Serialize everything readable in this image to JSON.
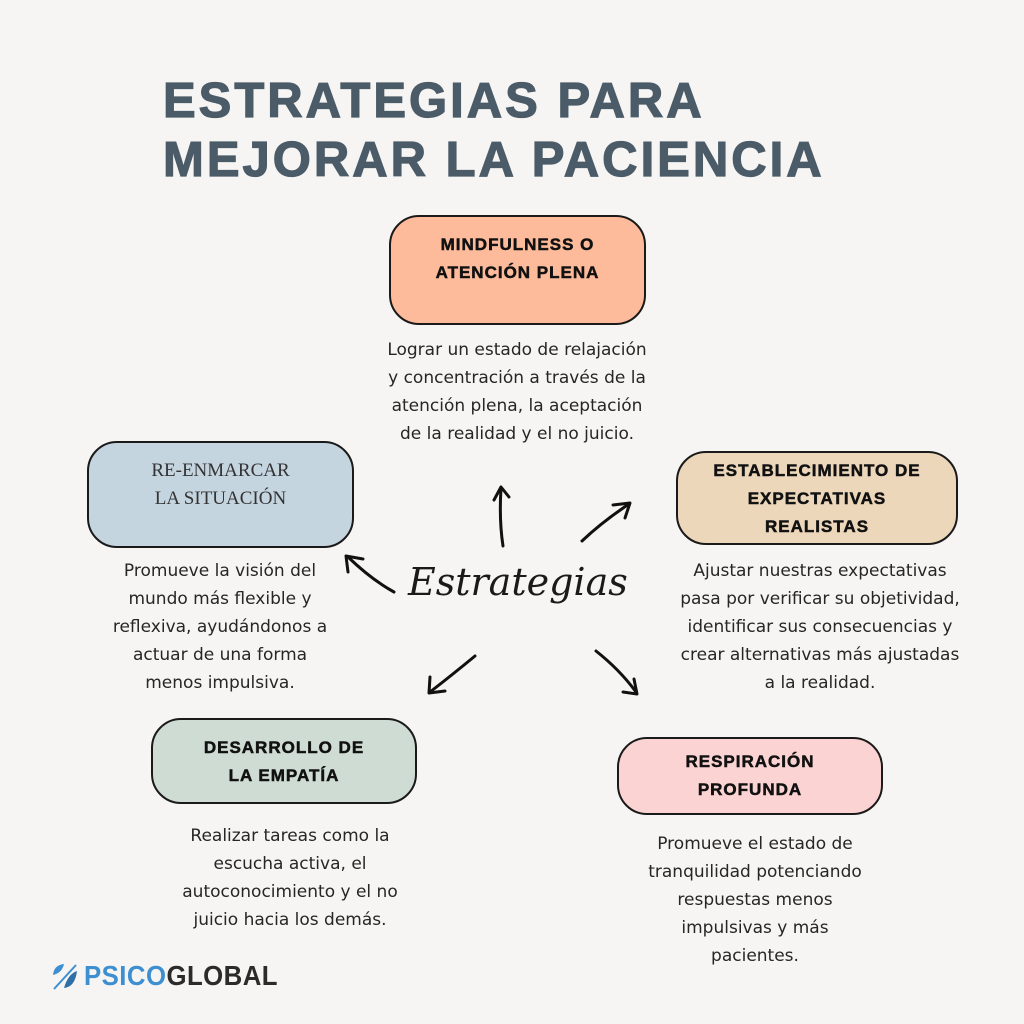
{
  "title": {
    "line1": "ESTRATEGIAS PARA",
    "line2": "MEJORAR LA PACIENCIA"
  },
  "center": {
    "label": "Estrategias"
  },
  "strategies": [
    {
      "id": "mindfulness",
      "title_lines": [
        "MINDFULNESS O",
        "ATENCIÓN PLENA"
      ],
      "color": "#fdbb9b",
      "description_lines": [
        "Lograr un estado de relajación",
        "y concentración a través de la",
        "atención plena, la aceptación",
        "de la realidad y el no juicio."
      ]
    },
    {
      "id": "reframe",
      "title_lines": [
        "RE-ENMARCAR",
        "LA SITUACIÓN"
      ],
      "color": "#c4d5e0",
      "description_lines": [
        "Promueve la visión del",
        "mundo más flexible y",
        "reflexiva, ayudándonos a",
        "actuar de una forma",
        "menos impulsiva."
      ]
    },
    {
      "id": "expectations",
      "title_lines": [
        "ESTABLECIMIENTO DE",
        "EXPECTATIVAS",
        "REALISTAS"
      ],
      "color": "#ecd7bb",
      "description_lines": [
        "Ajustar nuestras expectativas",
        "pasa por verificar su objetividad,",
        "identificar sus consecuencias y",
        "crear alternativas más ajustadas",
        "a la realidad."
      ]
    },
    {
      "id": "empathy",
      "title_lines": [
        "DESARROLLO DE",
        "LA EMPATÍA"
      ],
      "color": "#cfdcd3",
      "description_lines": [
        "Realizar tareas como la",
        "escucha activa, el",
        "autoconocimiento y el no",
        "juicio hacia los demás."
      ]
    },
    {
      "id": "breathing",
      "title_lines": [
        "RESPIRACIÓN",
        "PROFUNDA"
      ],
      "color": "#fcd3d3",
      "description_lines": [
        "Promueve el estado de",
        "tranquilidad potenciando",
        "respuestas menos",
        "impulsivas y más",
        "pacientes."
      ]
    }
  ],
  "logo": {
    "part1": "PSICO",
    "part2": "GLOBAL",
    "icon": "leaf-icon"
  },
  "colors": {
    "background": "#f6f5f3",
    "title": "#4b5b68",
    "logo_blue": "#3d8fd1"
  }
}
